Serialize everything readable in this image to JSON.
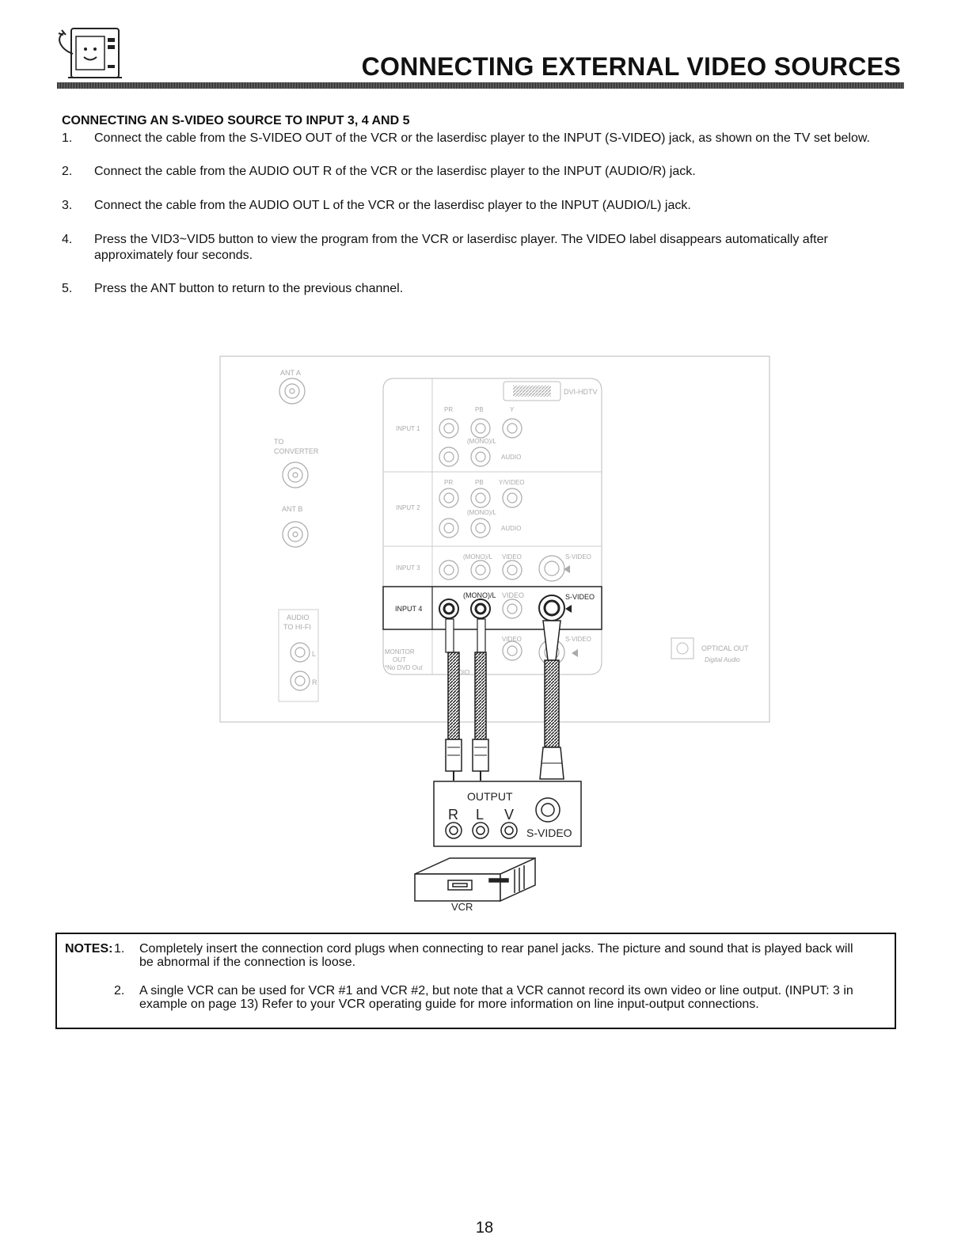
{
  "header": {
    "title": "CONNECTING EXTERNAL VIDEO SOURCES",
    "logo_icon": "tv-mascot-icon"
  },
  "section": {
    "heading": "CONNECTING AN S-VIDEO SOURCE TO INPUT 3, 4 AND 5",
    "steps": [
      {
        "num": "1.",
        "text": "Connect the cable from the S-VIDEO OUT of the VCR or the laserdisc player to the INPUT (S-VIDEO) jack, as shown on the TV set below."
      },
      {
        "num": "2.",
        "text": "Connect the cable from the AUDIO OUT R of the VCR or the laserdisc player to the INPUT (AUDIO/R) jack."
      },
      {
        "num": "3.",
        "text": "Connect the cable from the AUDIO OUT L of the VCR or the laserdisc player to the INPUT (AUDIO/L) jack."
      },
      {
        "num": "4.",
        "text": "Press the VID3~VID5 button to view the program from the VCR or laserdisc player.  The VIDEO label disappears automatically after approximately four seconds."
      },
      {
        "num": "5.",
        "text": "Press the ANT button to return to the previous channel."
      }
    ]
  },
  "diagram": {
    "ant_a": "ANT A",
    "to_converter_1": "TO",
    "to_converter_2": "CONVERTER",
    "ant_b": "ANT B",
    "audio_to_hifi_1": "AUDIO",
    "audio_to_hifi_2": "TO HI-FI",
    "l": "L",
    "r": "R",
    "dvi_hdtv": "DVI-HDTV",
    "input1": "INPUT 1",
    "input2": "INPUT 2",
    "input3": "INPUT 3",
    "input4": "INPUT 4",
    "monitor_out_1": "MONITOR",
    "monitor_out_2": "OUT",
    "monitor_out_3": "*No DVD Out",
    "pr": "PR",
    "pb": "PB",
    "y": "Y",
    "y_video": "Y/VIDEO",
    "mono_l": "(MONO)/L",
    "audio": "AUDIO",
    "video": "VIDEO",
    "s_video": "S-VIDEO",
    "optical_out": "OPTICAL OUT",
    "digital_audio": "Digital Audio",
    "output": "OUTPUT",
    "out_r": "R",
    "out_l": "L",
    "out_v": "V",
    "out_s_video": "S-VIDEO",
    "vcr": "VCR"
  },
  "notes": {
    "label": "NOTES:",
    "items": [
      {
        "num": "1.",
        "text": "Completely insert the connection cord plugs when connecting to rear panel jacks.  The picture and sound that is played back will be abnormal if the connection is loose."
      },
      {
        "num": "2.",
        "text": "A single VCR can be used for VCR #1 and VCR #2, but note that a VCR cannot record its own video or line output.  (INPUT: 3 in example on page 13)  Refer to your VCR operating guide for more information on line input-output connections."
      }
    ]
  },
  "page_number": "18"
}
